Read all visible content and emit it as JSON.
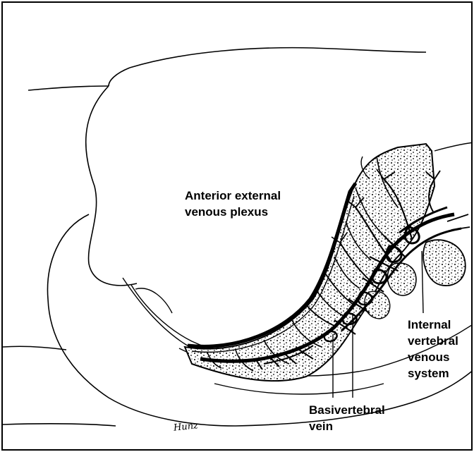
{
  "labels": {
    "anterior": [
      "Anterior external",
      "venous plexus"
    ],
    "internal": [
      "Internal",
      "vertebral",
      "venous",
      "system"
    ],
    "basivertebral": [
      "Basivertebral",
      "vein"
    ]
  },
  "signature": "Hunz",
  "colors": {
    "ink": "#000000",
    "paper": "#ffffff"
  }
}
